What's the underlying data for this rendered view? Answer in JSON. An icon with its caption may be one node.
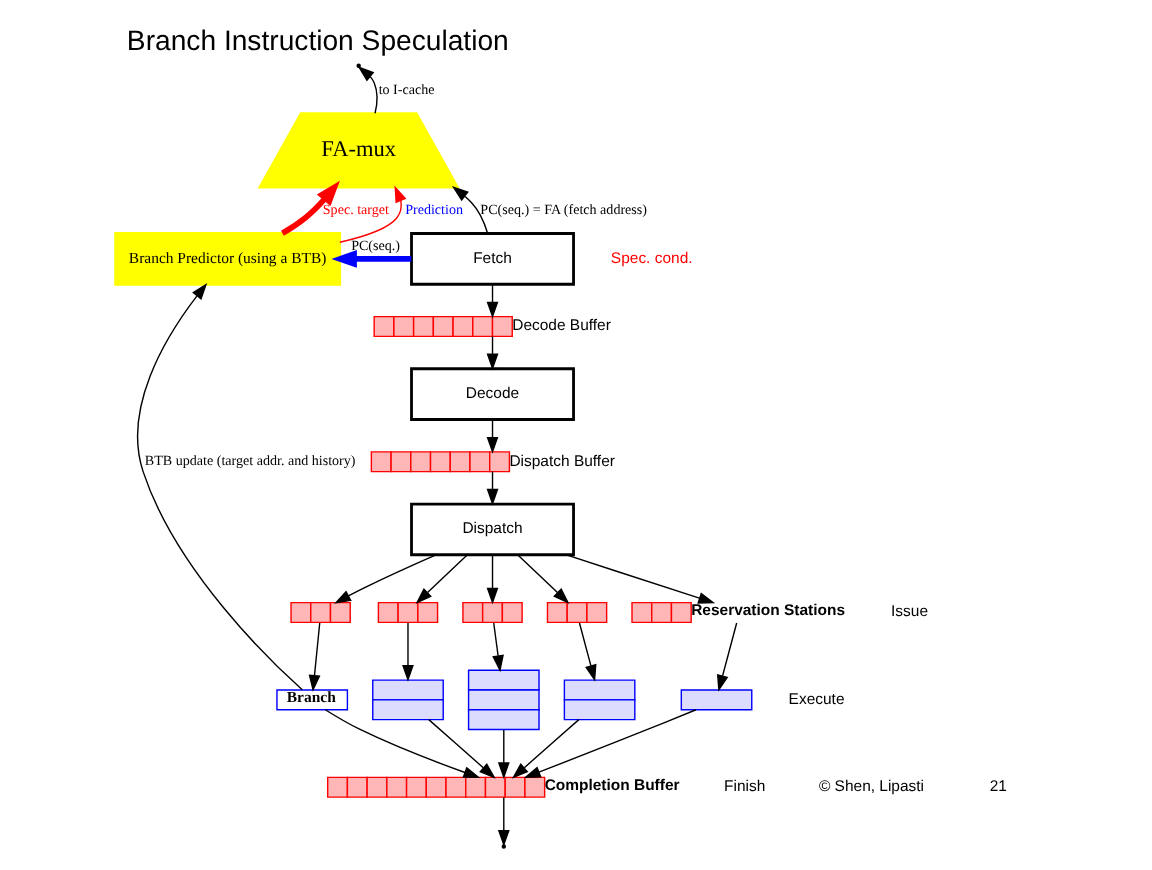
{
  "diagram": {
    "title": "Branch Instruction Speculation",
    "nodes": [
      {
        "text": [
          "FA-mux"
        ]
      },
      {
        "text": [
          "Branch Predictor (using a BTB)"
        ]
      },
      {
        "text": [
          "Fetch"
        ]
      },
      {
        "text": [],
        "shape": "bar",
        "beside": [
          "Decode Buffer"
        ]
      },
      {
        "text": [
          "Decode"
        ]
      },
      {
        "text": [],
        "shape": "bar",
        "beside": [
          "Dispatch Buffer"
        ]
      },
      {
        "text": [
          "Dispatch"
        ]
      },
      {
        "text": [],
        "shape": "bar"
      },
      {
        "text": [],
        "shape": "bar"
      },
      {
        "text": [],
        "shape": "bar"
      },
      {
        "text": [],
        "shape": "bar"
      },
      {
        "text": [],
        "shape": "bar",
        "beside": [
          "Reservation Stations"
        ]
      },
      {
        "text": [
          "Branch"
        ]
      },
      {
        "text": [],
        "shape": "box"
      },
      {
        "text": [],
        "shape": "box"
      },
      {
        "text": [],
        "shape": "box"
      },
      {
        "text": [],
        "shape": "box"
      },
      {
        "text": [],
        "shape": "bar",
        "beside": [
          "Completion Buffer"
        ]
      }
    ],
    "edges": [
      {
        "from": 0,
        "to": null,
        "arrow": "to",
        "label": "to I-cache"
      },
      {
        "from": 2,
        "to": 0,
        "arrow": "to",
        "label": "PC(seq.) = FA (fetch address)"
      },
      {
        "from": 2,
        "to": 1,
        "arrow": "to",
        "label": "PC(seq.)",
        "style": "thick",
        "color": "#0000ff"
      },
      {
        "from": 1,
        "to": 0,
        "arrow": "to",
        "label": "Spec. target",
        "style": "thick",
        "color": "#ff0000"
      },
      {
        "from": 1,
        "to": 0,
        "arrow": "to",
        "label": "Prediction",
        "color": "#ff0000"
      },
      {
        "from": 2,
        "to": 3,
        "arrow": "to"
      },
      {
        "from": 3,
        "to": 4,
        "arrow": "to"
      },
      {
        "from": 4,
        "to": 5,
        "arrow": "to"
      },
      {
        "from": 5,
        "to": 6,
        "arrow": "to"
      },
      {
        "from": 6,
        "to": 7,
        "arrow": "to"
      },
      {
        "from": 6,
        "to": 8,
        "arrow": "to"
      },
      {
        "from": 6,
        "to": 9,
        "arrow": "to"
      },
      {
        "from": 6,
        "to": 10,
        "arrow": "to"
      },
      {
        "from": 6,
        "to": 11,
        "arrow": "to"
      },
      {
        "from": 7,
        "to": 12,
        "arrow": "to"
      },
      {
        "from": 8,
        "to": 13,
        "arrow": "to"
      },
      {
        "from": 9,
        "to": 14,
        "arrow": "to"
      },
      {
        "from": 10,
        "to": 15,
        "arrow": "to"
      },
      {
        "from": 11,
        "to": 16,
        "arrow": "to"
      },
      {
        "from": 12,
        "to": 17,
        "arrow": "to"
      },
      {
        "from": 13,
        "to": 17,
        "arrow": "to"
      },
      {
        "from": 14,
        "to": 17,
        "arrow": "to"
      },
      {
        "from": 15,
        "to": 17,
        "arrow": "to"
      },
      {
        "from": 16,
        "to": 17,
        "arrow": "to"
      },
      {
        "from": 12,
        "to": 1,
        "arrow": "to",
        "label": "BTB update (target addr. and history)"
      },
      {
        "from": 17,
        "to": null,
        "arrow": "to"
      }
    ],
    "labels": [
      "Spec. cond.",
      "Issue",
      "Execute",
      "Finish",
      "© Shen, Lipasti",
      "21"
    ]
  }
}
